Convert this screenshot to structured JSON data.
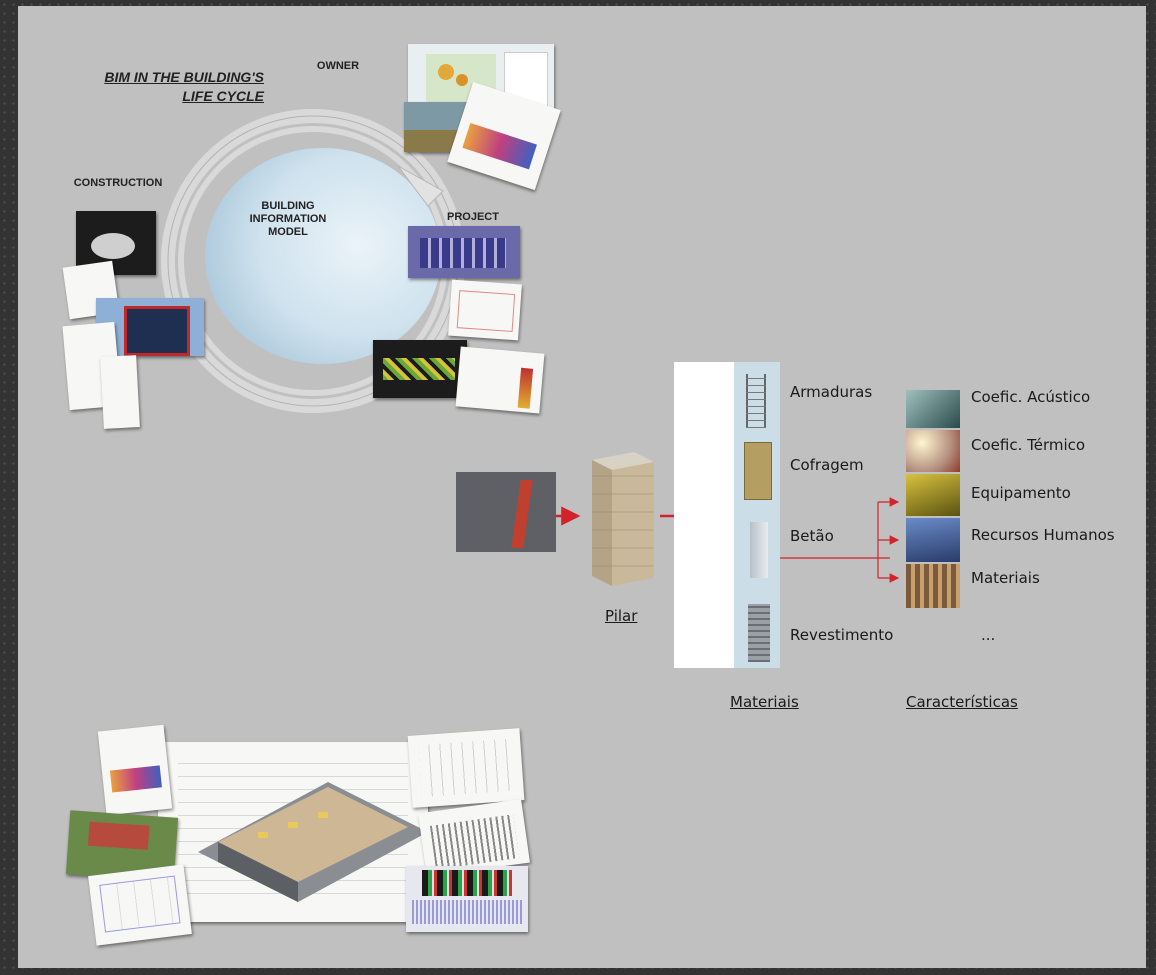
{
  "lifecycle": {
    "title_line1": "BIM IN THE BUILDING'S",
    "title_line2": "LIFE CYCLE",
    "owner": "OWNER",
    "construction": "CONSTRUCTION",
    "project": "PROJECT",
    "center_line1": "BUILDING",
    "center_line2": "INFORMATION",
    "center_line3": "MODEL"
  },
  "breakdown": {
    "element": "Pilar",
    "materials_header": "Materiais",
    "materials": [
      "Armaduras",
      "Cofragem",
      "Betão",
      "Revestimento"
    ],
    "characteristics_header": "Características",
    "characteristics": [
      "Coefic. Acústico",
      "Coefic. Térmico",
      "Equipamento",
      "Recursos Humanos",
      "Materiais",
      "..."
    ]
  },
  "colors": {
    "accent_red": "#d2232a",
    "slide_bg": "#c0c0c0",
    "frame_bg": "#333333"
  }
}
